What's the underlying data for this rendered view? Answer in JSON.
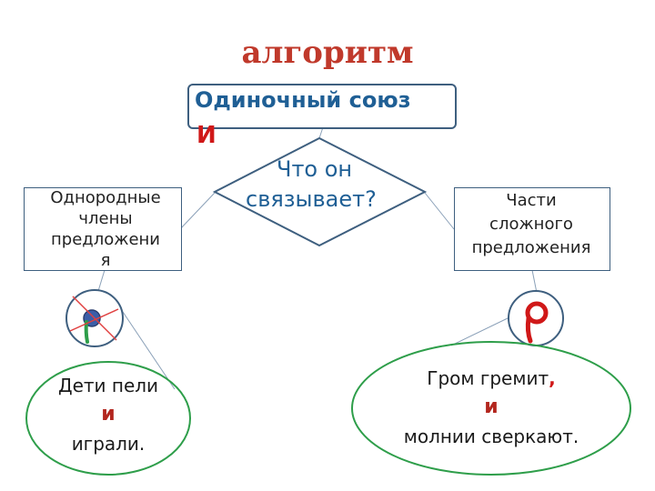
{
  "title": "алгоритм",
  "top_box": {
    "line1": "Одиночный союз",
    "line2": "И"
  },
  "decision": {
    "line1": "Что он",
    "line2": "связывает?"
  },
  "left_branch": {
    "lines": [
      "Однородные",
      "члены",
      "предложени",
      "я"
    ]
  },
  "right_branch": {
    "lines": [
      "Части",
      "сложного",
      "предложения"
    ]
  },
  "left_example": {
    "line1": "Дети пели",
    "conjunction": "и",
    "line2": "играли."
  },
  "right_example": {
    "line1_text": "Гром гремит",
    "line1_comma": ",",
    "conjunction": "и",
    "line2": "молнии сверкают."
  },
  "colors": {
    "title": "#c0392b",
    "box_border": "#3e5f7f",
    "text_blue": "#1f5f95",
    "accent_red": "#d01818",
    "ellipse_green": "#2e9e4a",
    "comma_symbol_blue": "#3b5ea8"
  },
  "icons": {
    "left_circle": "crossed-out-comma-icon",
    "right_circle": "comma-icon"
  }
}
